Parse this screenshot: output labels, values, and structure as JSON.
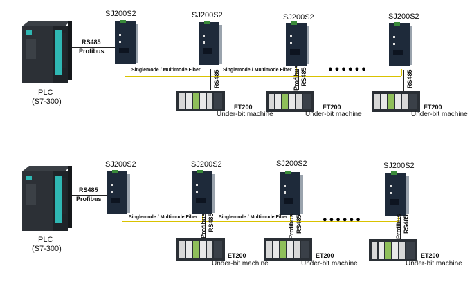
{
  "rows": [
    {
      "plc": {
        "name": "PLC",
        "model": "(S7-300)"
      },
      "link": {
        "rs485": "RS485",
        "profibus": "Profibus"
      },
      "fiber": "Singlemode / Multimode Fiber",
      "converter_label": "SJ200S2",
      "vertical": {
        "rs485": "RS485",
        "profibus": "Profibus"
      },
      "et200": "ET200",
      "under_bit": "Under-bit machine",
      "dots": "●●●●●●"
    },
    {
      "plc": {
        "name": "PLC",
        "model": "(S7-300)"
      },
      "link": {
        "rs485": "RS485",
        "profibus": "Profibus"
      },
      "fiber": "Singlemode / Multimode Fiber",
      "converter_label": "SJ200S2",
      "vertical": {
        "rs485": "RS485",
        "profibus": "Profibus"
      },
      "et200": "ET200",
      "under_bit": "Under-bit machine",
      "dots": "●●●●●●"
    }
  ],
  "colors": {
    "fiber_line": "#d9c200",
    "device_body": "#1e2a3a",
    "plc_teal": "#2fb7b3"
  }
}
